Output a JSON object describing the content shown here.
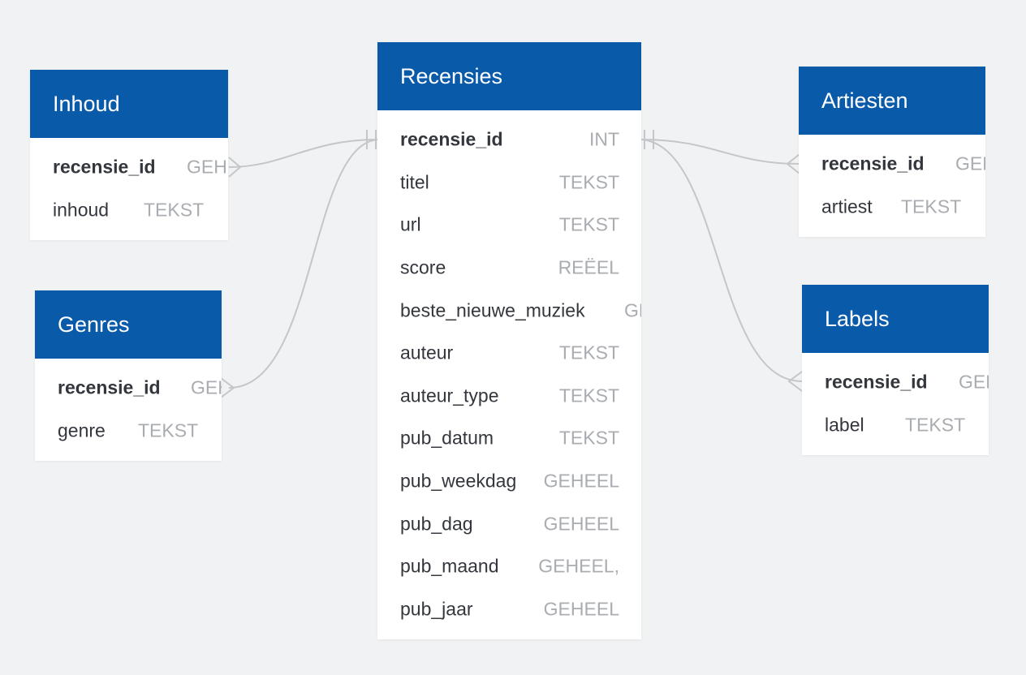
{
  "colors": {
    "header": "#0a5aaa",
    "background": "#f1f2f3",
    "connector": "#c4c6c9"
  },
  "tables": {
    "recensies": {
      "title": "Recensies",
      "columns": [
        {
          "name": "recensie_id",
          "type": "INT",
          "primary": true
        },
        {
          "name": "titel",
          "type": "TEKST"
        },
        {
          "name": "url",
          "type": "TEKST"
        },
        {
          "name": "score",
          "type": "REËEL"
        },
        {
          "name": "beste_nieuwe_muziek",
          "type": "GE"
        },
        {
          "name": "auteur",
          "type": "TEKST"
        },
        {
          "name": "auteur_type",
          "type": "TEKST"
        },
        {
          "name": "pub_datum",
          "type": "TEKST"
        },
        {
          "name": "pub_weekdag",
          "type": "GEHEEL"
        },
        {
          "name": "pub_dag",
          "type": "GEHEEL"
        },
        {
          "name": "pub_maand",
          "type": "GEHEEL,"
        },
        {
          "name": "pub_jaar",
          "type": "GEHEEL"
        }
      ]
    },
    "inhoud": {
      "title": "Inhoud",
      "columns": [
        {
          "name": "recensie_id",
          "type": "GEH",
          "primary": true
        },
        {
          "name": "inhoud",
          "type": "TEKST"
        }
      ]
    },
    "genres": {
      "title": "Genres",
      "columns": [
        {
          "name": "recensie_id",
          "type": "GEH",
          "primary": true
        },
        {
          "name": "genre",
          "type": "TEKST"
        }
      ]
    },
    "artiesten": {
      "title": "Artiesten",
      "columns": [
        {
          "name": "recensie_id",
          "type": "GEH",
          "primary": true
        },
        {
          "name": "artiest",
          "type": "TEKST"
        }
      ]
    },
    "labels": {
      "title": "Labels",
      "columns": [
        {
          "name": "recensie_id",
          "type": "GEH",
          "primary": true
        },
        {
          "name": "label",
          "type": "TEKST"
        }
      ]
    }
  },
  "relations": [
    {
      "from": "recensies.recensie_id",
      "to": "inhoud.recensie_id",
      "cardinality": "one-to-many"
    },
    {
      "from": "recensies.recensie_id",
      "to": "genres.recensie_id",
      "cardinality": "one-to-many"
    },
    {
      "from": "recensies.recensie_id",
      "to": "artiesten.recensie_id",
      "cardinality": "one-to-many"
    },
    {
      "from": "recensies.recensie_id",
      "to": "labels.recensie_id",
      "cardinality": "one-to-many"
    }
  ]
}
